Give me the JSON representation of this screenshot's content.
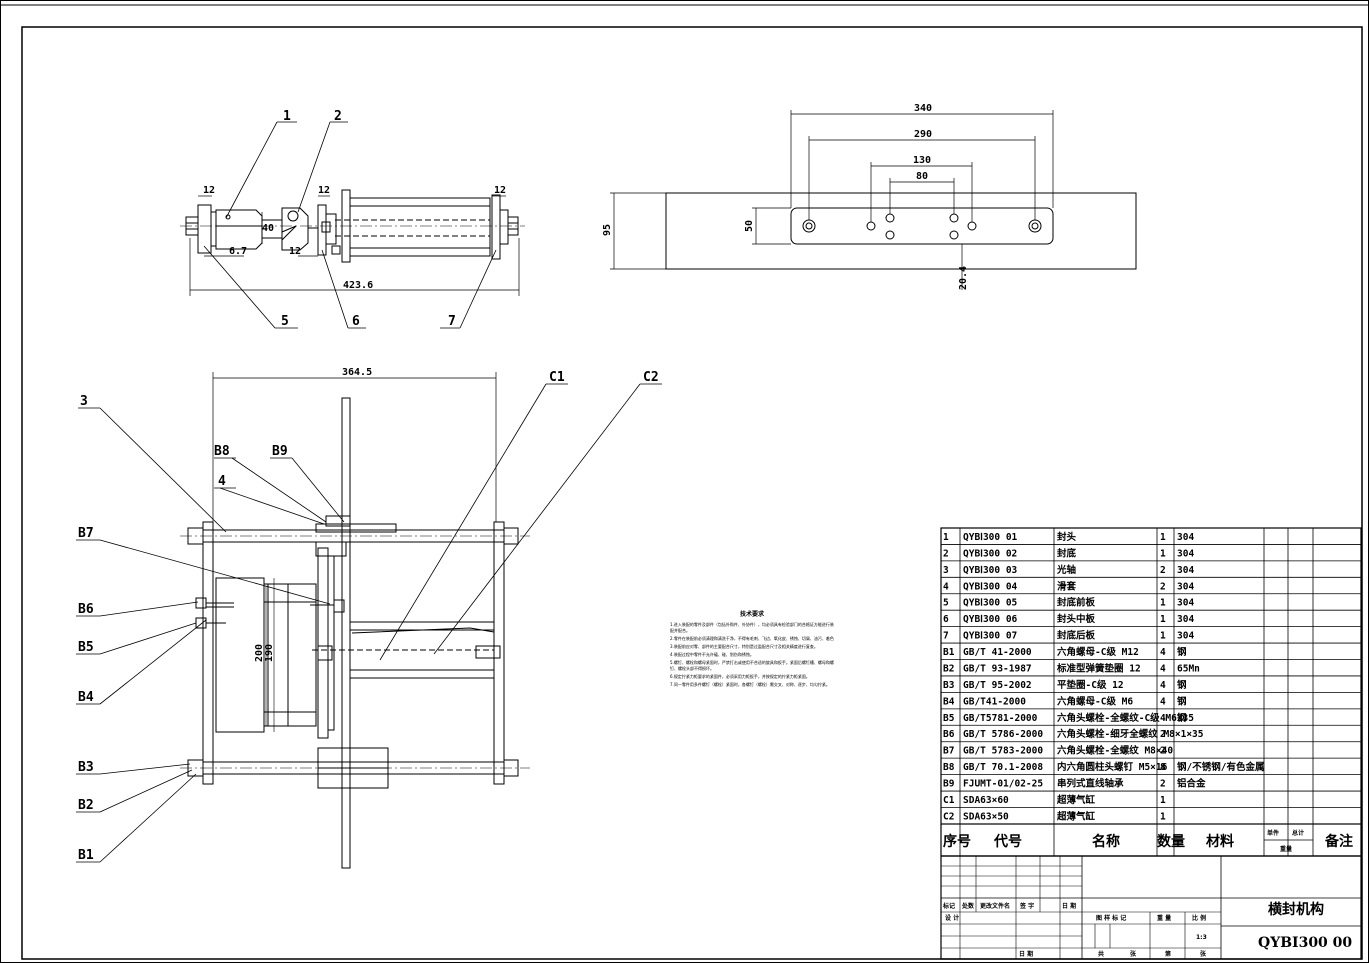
{
  "views": {
    "top_left": {
      "part_labels": [
        "1",
        "2",
        "5",
        "6",
        "7"
      ],
      "dims": {
        "d12a": "12",
        "d12b": "12",
        "d12c": "12",
        "d12d": "12",
        "d40": "40",
        "d67": "6.7",
        "overall": "423.6"
      }
    },
    "top_right": {
      "dims": {
        "d340": "340",
        "d290": "290",
        "d130": "130",
        "d80": "80",
        "d50": "50",
        "d95": "95",
        "d204": "20.4"
      }
    },
    "main": {
      "part_labels": [
        "3",
        "4",
        "B8",
        "B9",
        "B7",
        "B6",
        "B5",
        "B4",
        "B3",
        "B2",
        "B1",
        "C1",
        "C2"
      ],
      "dims": {
        "width": "364.5",
        "d200": "200",
        "d190": "190"
      }
    }
  },
  "tech_notes": {
    "title": "技术要求",
    "lines": [
      "1.进入装配的零件及部件（包括外购件、外协件），均必须具有检验部门的合格证方能进行装",
      "配并配合。",
      "2.零件在装配前必须清理和清洗干净，不得有毛刺、飞边、氧化皮、锈蚀、切屑、油污、着色",
      "3.装配前应对零、部件的主要配合尺寸，特别是过盈配合尺寸及相关精度进行复查。",
      "4.装配过程中零件不允许磕、碰、划伤和锈蚀。",
      "5.螺钉、螺栓和螺母紧固时，严禁打击或使用不合适的旋具和扳手。紧固后螺钉槽、螺母和螺",
      "钉、螺栓头部不得损坏。",
      "6.规定拧紧力矩要求的紧固件，必须采用力矩扳手，并按规定的拧紧力矩紧固。",
      "7.同一零件用多件螺钉（螺栓）紧固时，各螺钉（螺栓）需交叉、对称、逐步、均匀拧紧。"
    ]
  },
  "bom": {
    "rows": [
      {
        "no": "1",
        "code": "QYBⅠ300 01",
        "name": "封头",
        "qty": "1",
        "mat": "304"
      },
      {
        "no": "2",
        "code": "QYBⅠ300 02",
        "name": "封底",
        "qty": "1",
        "mat": "304"
      },
      {
        "no": "3",
        "code": "QYBⅠ300 03",
        "name": "光轴",
        "qty": "2",
        "mat": "304"
      },
      {
        "no": "4",
        "code": "QYBⅠ300 04",
        "name": "滑套",
        "qty": "2",
        "mat": "304"
      },
      {
        "no": "5",
        "code": "QYBⅠ300 05",
        "name": "封底前板",
        "qty": "1",
        "mat": "304"
      },
      {
        "no": "6",
        "code": "QYBⅠ300 06",
        "name": "封头中板",
        "qty": "1",
        "mat": "304"
      },
      {
        "no": "7",
        "code": "QYBⅠ300 07",
        "name": "封底后板",
        "qty": "1",
        "mat": "304"
      },
      {
        "no": "B1",
        "code": "GB/T 41-2000",
        "name": "六角螺母-C级 M12",
        "qty": "4",
        "mat": "钢"
      },
      {
        "no": "B2",
        "code": "GB/T 93-1987",
        "name": "标准型弹簧垫圈 12",
        "qty": "4",
        "mat": "65Mn"
      },
      {
        "no": "B3",
        "code": "GB/T 95-2002",
        "name": "平垫圈-C级 12",
        "qty": "4",
        "mat": "钢"
      },
      {
        "no": "B4",
        "code": "GB/T41-2000",
        "name": "六角螺母-C级 M6",
        "qty": "4",
        "mat": "钢"
      },
      {
        "no": "B5",
        "code": "GB/T5781-2000",
        "name": "六角头螺栓-全螺纹-C级 M6X35",
        "qty": "4",
        "mat": "钢"
      },
      {
        "no": "B6",
        "code": "GB/T 5786-2000",
        "name": "六角头螺栓-细牙全螺纹 M8×1×35",
        "qty": "2",
        "mat": ""
      },
      {
        "no": "B7",
        "code": "GB/T 5783-2000",
        "name": "六角头螺栓-全螺纹 M8×40",
        "qty": "2",
        "mat": ""
      },
      {
        "no": "B8",
        "code": "GB/T 70.1-2008",
        "name": "内六角圆柱头螺钉 M5×16",
        "qty": "8",
        "mat": "钢/不锈钢/有色金属"
      },
      {
        "no": "B9",
        "code": "FJUMT-01/02-25",
        "name": "串列式直线轴承",
        "qty": "2",
        "mat": "铝合金"
      },
      {
        "no": "C1",
        "code": "SDA63×60",
        "name": "超薄气缸",
        "qty": "1",
        "mat": ""
      },
      {
        "no": "C2",
        "code": "SDA63×50",
        "name": "超薄气缸",
        "qty": "1",
        "mat": ""
      }
    ],
    "header": {
      "no": "序号",
      "code": "代号",
      "name": "名称",
      "qty": "数量",
      "mat": "材料",
      "unit": "单件",
      "total": "总计",
      "weight": "重量",
      "remark": "备注"
    }
  },
  "title_block": {
    "name": "横封机构",
    "code": "QYBⅠ300 00",
    "scale": "1:3",
    "labels": {
      "mark": "标记",
      "count": "处数",
      "doc": "更改文件名",
      "sign": "签 字",
      "date": "日 期",
      "design": "设 计",
      "date2": "日 期",
      "stage": "图 样 标 记",
      "weight": "重 量",
      "scale": "比 例",
      "total": "共",
      "sheet": "张",
      "page": "第",
      "sheet2": "张"
    }
  }
}
